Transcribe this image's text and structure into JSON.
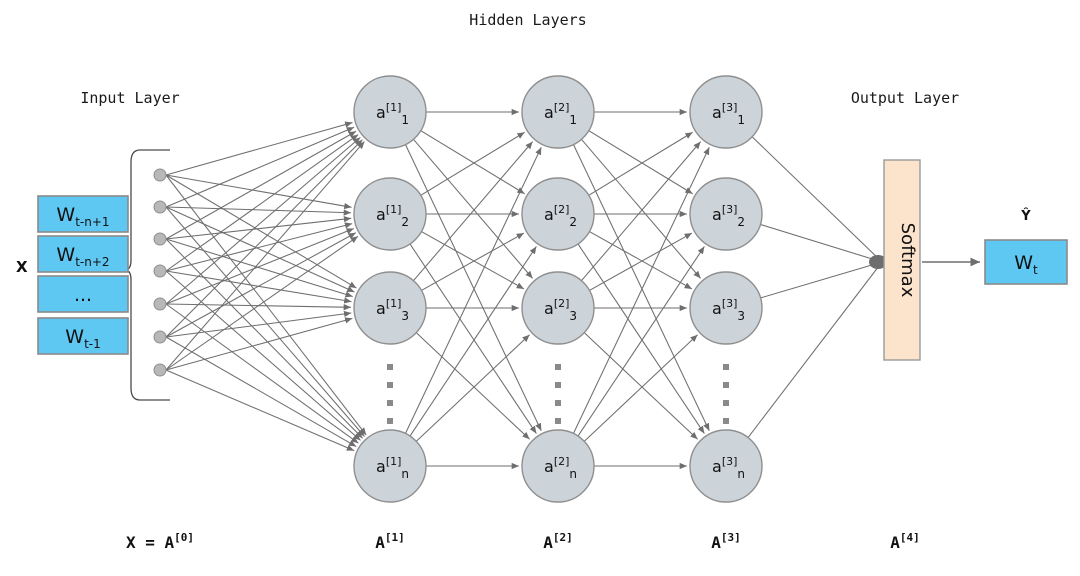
{
  "titles": {
    "hidden_layers": "Hidden Layers",
    "input_layer": "Input Layer",
    "output_layer": "Output Layer"
  },
  "input": {
    "x_label": "X",
    "boxes": [
      {
        "base": "W",
        "sub": "t-n+1"
      },
      {
        "base": "W",
        "sub": "t-n+2"
      },
      {
        "base": "...",
        "sub": ""
      },
      {
        "base": "W",
        "sub": "t-1"
      }
    ],
    "node_count": 7
  },
  "hidden_layers": [
    {
      "index": "1",
      "neurons": [
        {
          "base": "a",
          "sup": "[1]",
          "sub": "1"
        },
        {
          "base": "a",
          "sup": "[1]",
          "sub": "2"
        },
        {
          "base": "a",
          "sup": "[1]",
          "sub": "3"
        },
        {
          "base": "a",
          "sup": "[1]",
          "sub": "n"
        }
      ]
    },
    {
      "index": "2",
      "neurons": [
        {
          "base": "a",
          "sup": "[2]",
          "sub": "1"
        },
        {
          "base": "a",
          "sup": "[2]",
          "sub": "2"
        },
        {
          "base": "a",
          "sup": "[2]",
          "sub": "3"
        },
        {
          "base": "a",
          "sup": "[2]",
          "sub": "n"
        }
      ]
    },
    {
      "index": "3",
      "neurons": [
        {
          "base": "a",
          "sup": "[3]",
          "sub": "1"
        },
        {
          "base": "a",
          "sup": "[3]",
          "sub": "2"
        },
        {
          "base": "a",
          "sup": "[3]",
          "sub": "3"
        },
        {
          "base": "a",
          "sup": "[3]",
          "sub": "n"
        }
      ]
    }
  ],
  "output": {
    "softmax_label": "Softmax",
    "yhat_label": "Ŷ",
    "box": {
      "base": "W",
      "sub": "t"
    }
  },
  "bottom_labels": [
    {
      "text": "X = A",
      "sup": "[0]"
    },
    {
      "text": "A",
      "sup": "[1]"
    },
    {
      "text": "A",
      "sup": "[2]"
    },
    {
      "text": "A",
      "sup": "[3]"
    },
    {
      "text": "A",
      "sup": "[4]"
    }
  ],
  "colors": {
    "input_box_fill": "#5ec8f2",
    "neuron_fill": "#ccd4da",
    "softmax_fill": "#fbe3cc",
    "edge_stroke": "#6e6e6e",
    "background": "#ffffff"
  }
}
